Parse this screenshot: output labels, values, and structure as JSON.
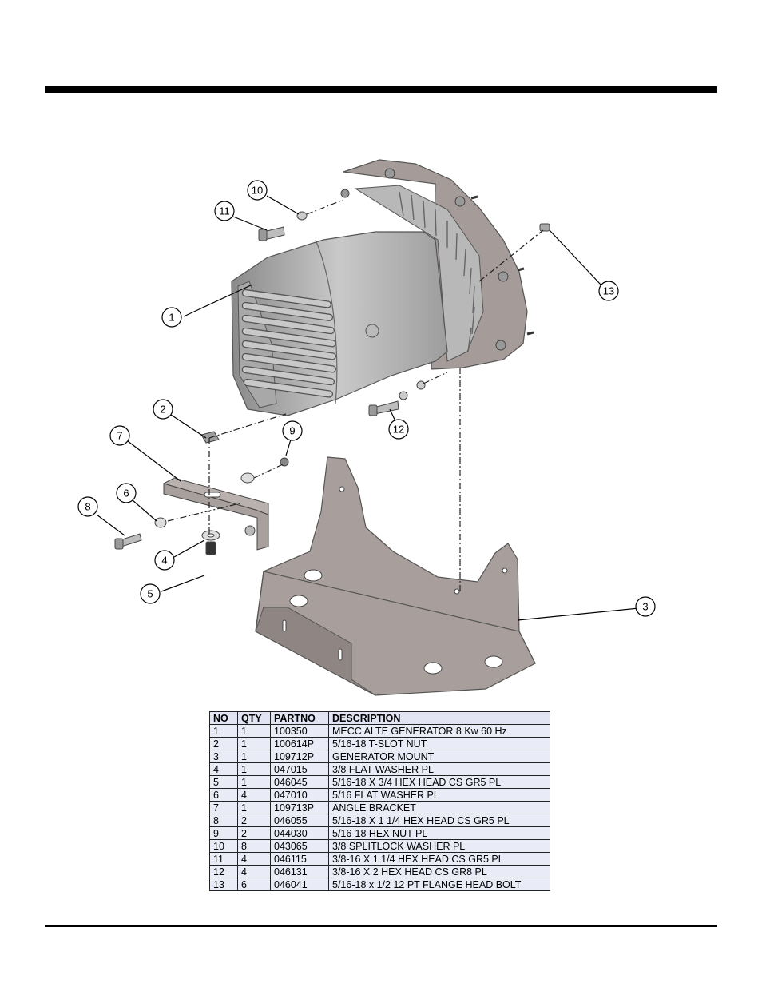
{
  "table": {
    "headers": [
      "NO",
      "QTY",
      "PARTNO",
      "DESCRIPTION"
    ],
    "rows": [
      [
        "1",
        "1",
        "100350",
        "MECC ALTE GENERATOR 8 Kw 60 Hz"
      ],
      [
        "2",
        "1",
        "100614P",
        "5/16-18 T-SLOT NUT"
      ],
      [
        "3",
        "1",
        "109712P",
        "GENERATOR MOUNT"
      ],
      [
        "4",
        "1",
        "047015",
        "3/8 FLAT WASHER PL"
      ],
      [
        "5",
        "1",
        "046045",
        "5/16-18 X 3/4 HEX HEAD CS GR5 PL"
      ],
      [
        "6",
        "4",
        "047010",
        "5/16 FLAT WASHER PL"
      ],
      [
        "7",
        "1",
        "109713P",
        "ANGLE BRACKET"
      ],
      [
        "8",
        "2",
        "046055",
        "5/16-18 X 1 1/4 HEX HEAD CS GR5 PL"
      ],
      [
        "9",
        "2",
        "044030",
        "5/16-18 HEX NUT PL"
      ],
      [
        "10",
        "8",
        "043065",
        "3/8 SPLITLOCK WASHER PL"
      ],
      [
        "11",
        "4",
        "046115",
        "3/8-16 X 1 1/4 HEX HEAD CS GR5 PL"
      ],
      [
        "12",
        "4",
        "046131",
        "3/8-16 X 2 HEX HEAD CS GR8 PL"
      ],
      [
        "13",
        "6",
        "046041",
        "5/16-18 x 1/2 12 PT FLANGE HEAD BOLT"
      ]
    ]
  },
  "callouts": [
    "1",
    "2",
    "3",
    "4",
    "5",
    "6",
    "7",
    "8",
    "9",
    "10",
    "11",
    "12",
    "13"
  ]
}
